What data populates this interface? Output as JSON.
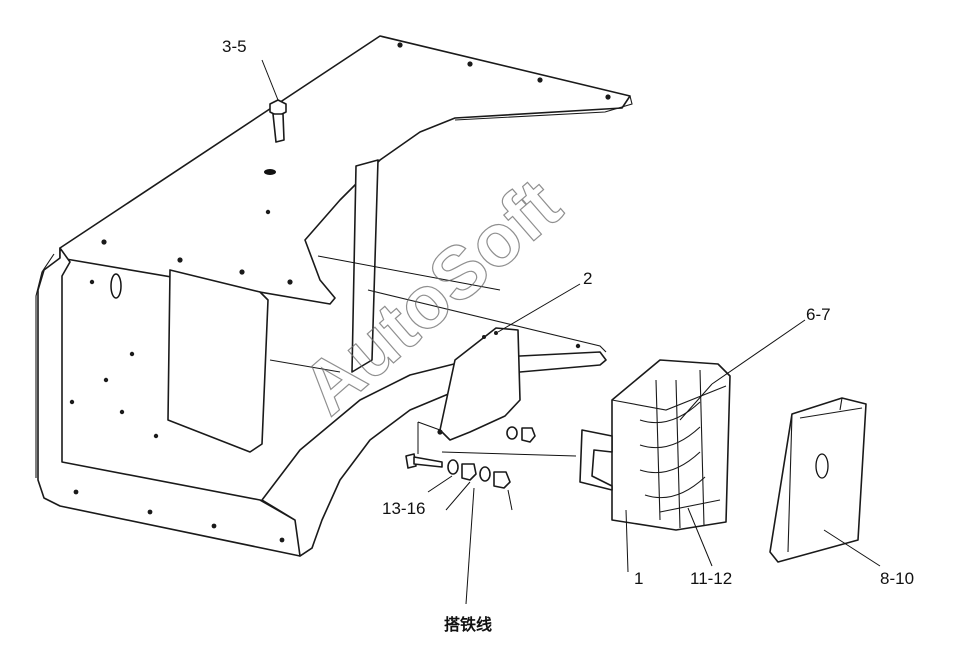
{
  "watermark": "AutoSoft",
  "callouts": {
    "c35": "3-5",
    "c2": "2",
    "c67": "6-7",
    "c1316": "13-16",
    "c1": "1",
    "c1112": "11-12",
    "c810": "8-10",
    "ground": "搭铁线"
  },
  "colors": {
    "line": "#1a1a1a",
    "watermark": "#6a6a6a",
    "background": "#ffffff"
  }
}
